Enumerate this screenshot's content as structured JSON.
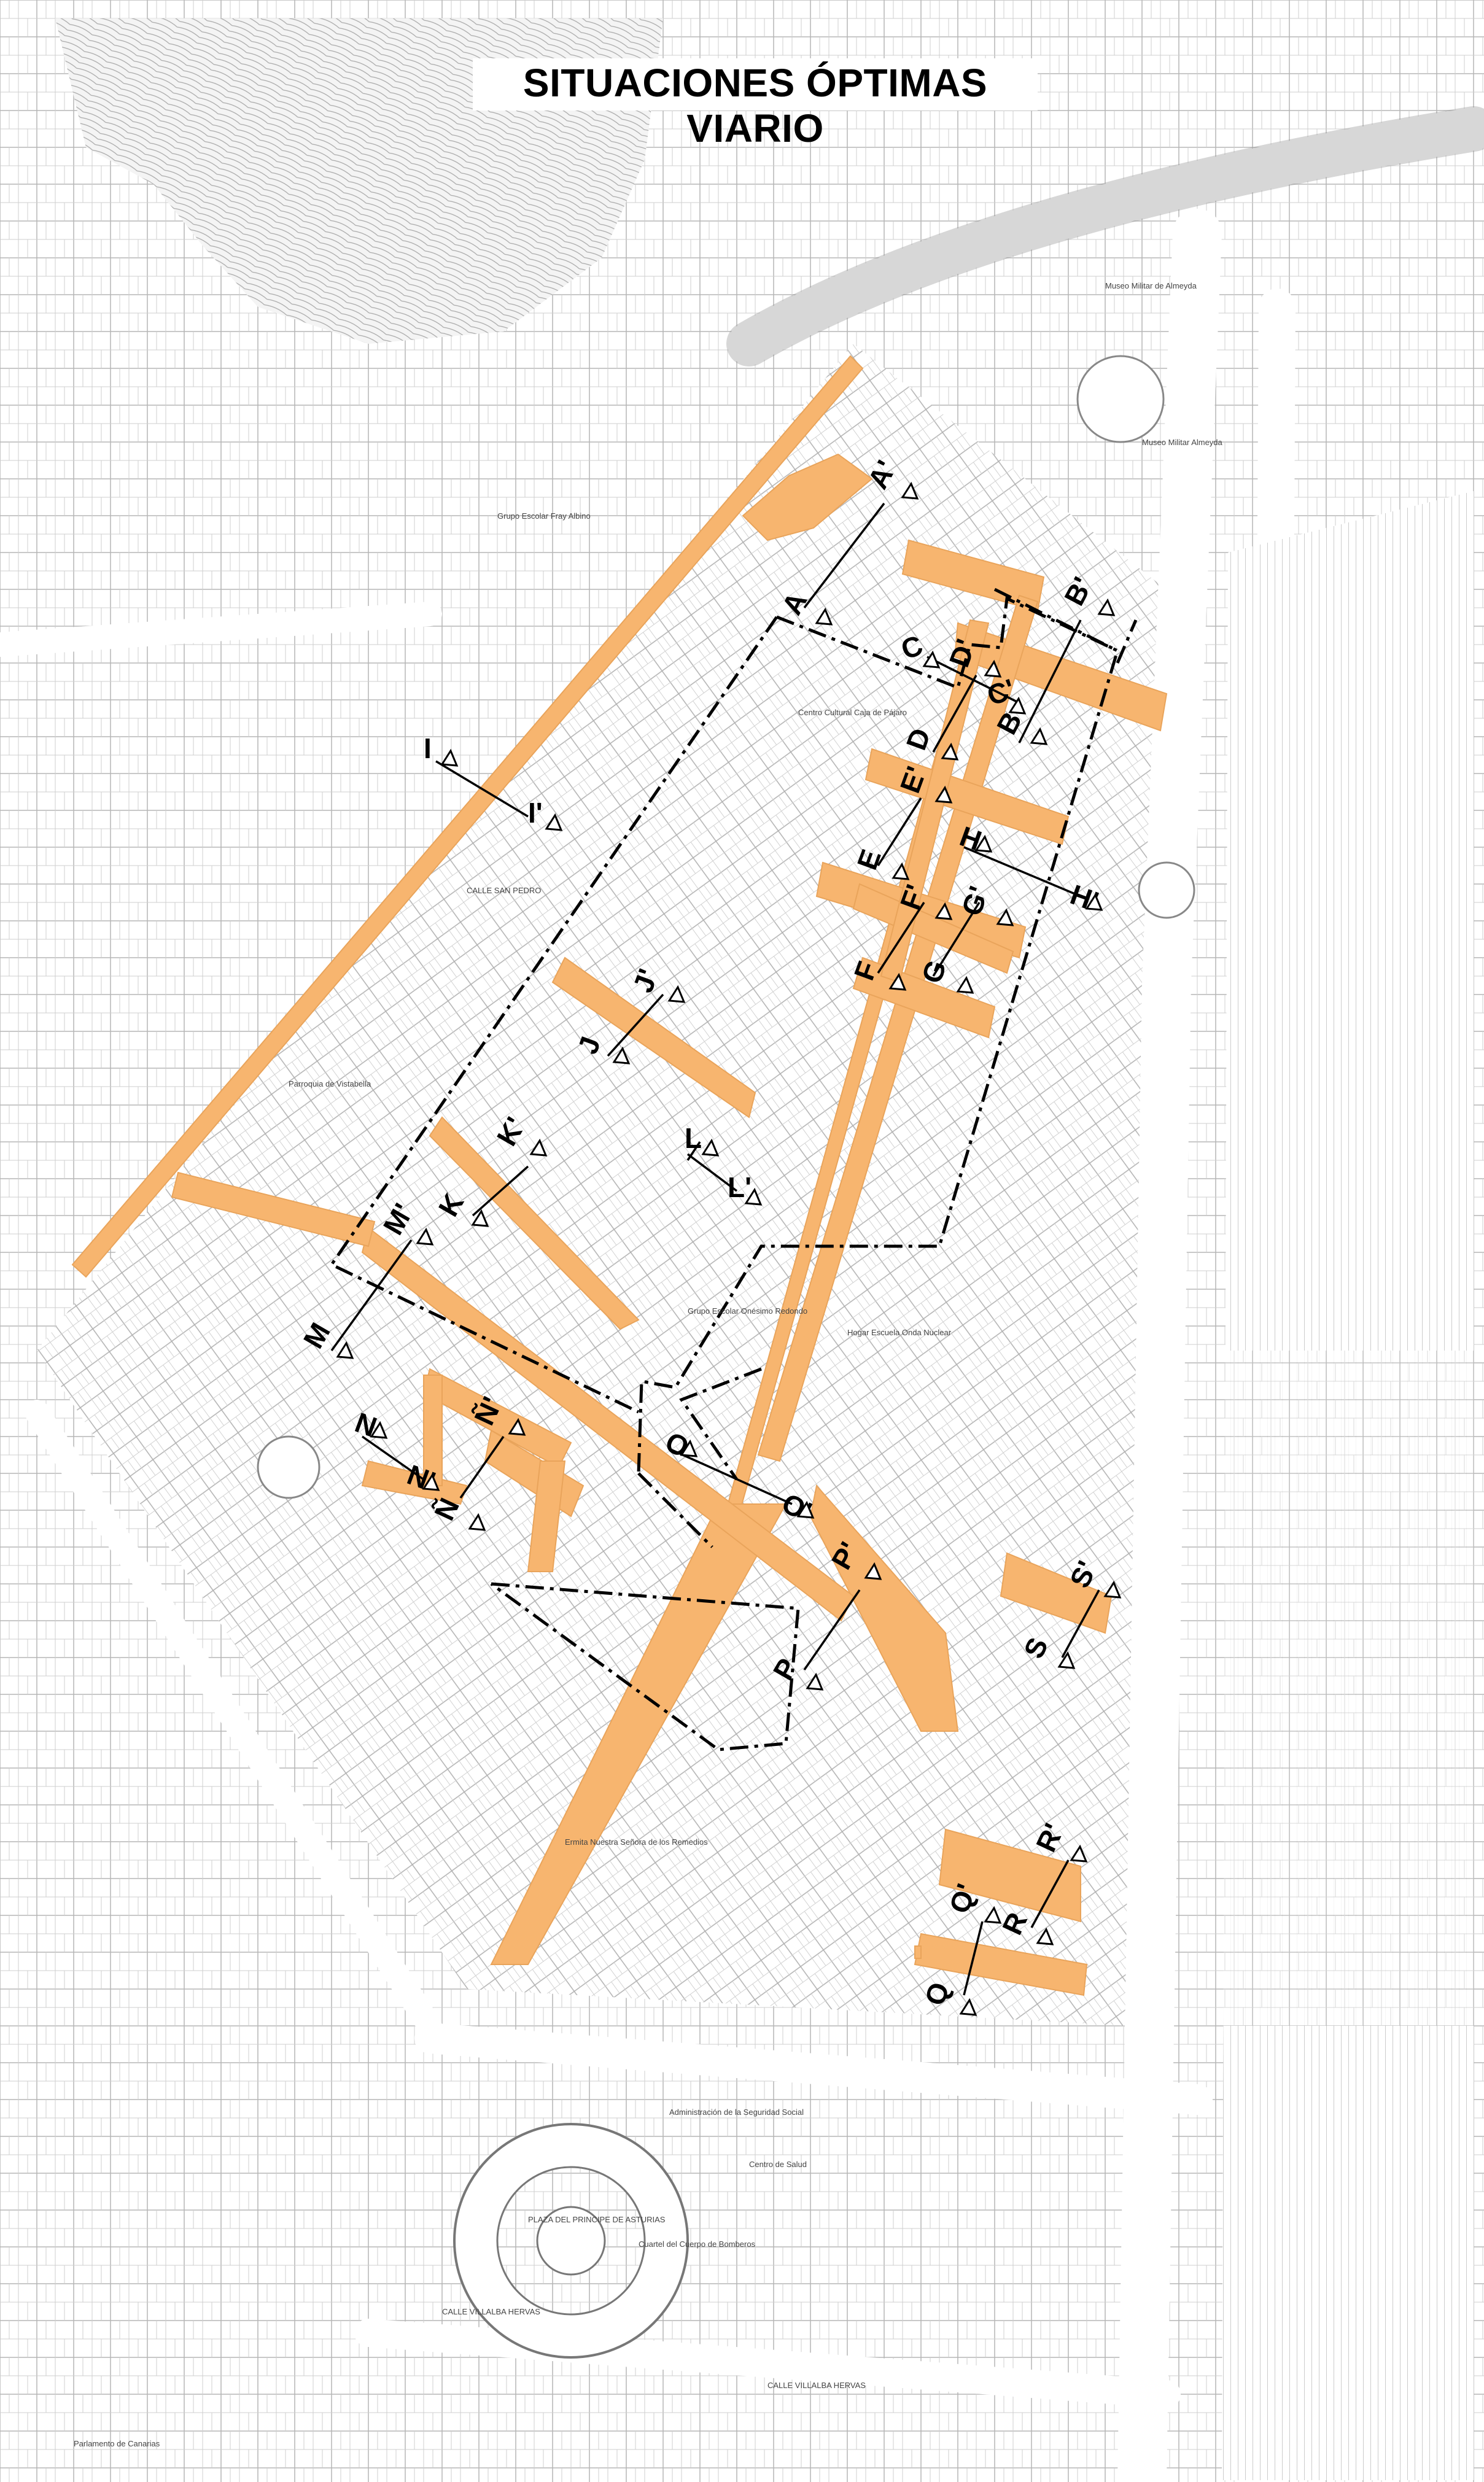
{
  "map": {
    "title": "SITUACIONES ÓPTIMAS VIARIO",
    "colors": {
      "highlight": "#f7b56f",
      "lines": "#000000",
      "background": "#ffffff",
      "base": "#8a8a8a"
    }
  },
  "sections": [
    {
      "a": "A",
      "b": "A'"
    },
    {
      "a": "B",
      "b": "B'"
    },
    {
      "a": "C",
      "b": "C'"
    },
    {
      "a": "D",
      "b": "D'"
    },
    {
      "a": "E",
      "b": "E'"
    },
    {
      "a": "F",
      "b": "F'"
    },
    {
      "a": "G",
      "b": "G'"
    },
    {
      "a": "H",
      "b": "H'"
    },
    {
      "a": "I",
      "b": "I'"
    },
    {
      "a": "J",
      "b": "J'"
    },
    {
      "a": "K",
      "b": "K'"
    },
    {
      "a": "L",
      "b": "L'"
    },
    {
      "a": "M",
      "b": "M'"
    },
    {
      "a": "N",
      "b": "N'"
    },
    {
      "a": "Ñ",
      "b": "Ñ'"
    },
    {
      "a": "O",
      "b": "O'"
    },
    {
      "a": "P",
      "b": "P'"
    },
    {
      "a": "Q",
      "b": "Q'"
    },
    {
      "a": "R",
      "b": "R'"
    },
    {
      "a": "S",
      "b": "S'"
    }
  ],
  "place_labels": {
    "museo_militar": "Museo Militar de Almeyda",
    "museo_militar_2": "Museo Militar Almeyda",
    "grupo_escolar_fray": "Grupo Escolar Fray Albino",
    "centro_cultural": "Centro Cultural Caja de Pájaro",
    "grupo_escolar_onesimo": "Grupo Escolar Onésimo Redondo",
    "hogar_escuela": "Hogar Escuela Onda Nuclear",
    "parroquia": "Parroquia de Vistabella",
    "centro_salud": "Centro de Salud",
    "plaza_principe": "PLAZA DEL PRINCIPE DE ASTURIAS",
    "parlamento": "Parlamento de Canarias",
    "tesoreria": "Administración de la Seguridad Social",
    "ermita": "Ermita Nuestra Señora de los Remedios",
    "cuartel": "Cuartel del Cuerpo de Bomberos",
    "calle_pilar": "CALLE VILLALBA HERVAS",
    "calle_pilar_2": "CALLE VILLALBA HERVAS",
    "calle_san_pedro": "CALLE SAN PEDRO"
  }
}
